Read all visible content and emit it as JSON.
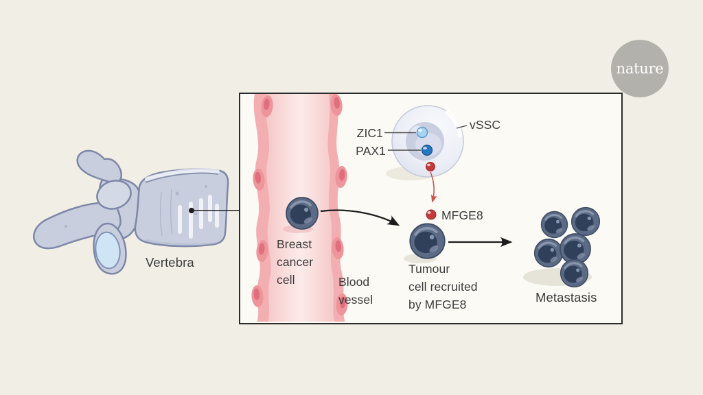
{
  "logo": {
    "text": "nature",
    "background": "#b3b1ac",
    "text_color": "#ffffff"
  },
  "panel": {
    "background": "#fbfaf4",
    "border_color": "#2b2b2b"
  },
  "diagram": {
    "vertebra": {
      "label": "Vertebra"
    },
    "blood_vessel": {
      "label": [
        "Blood",
        "vessel"
      ]
    },
    "breast_cancer_cell": {
      "label": [
        "Breast",
        "cancer",
        "cell"
      ]
    },
    "vssc": {
      "label": "vSSC",
      "markers": {
        "zic1": "ZIC1",
        "pax1": "PAX1"
      }
    },
    "mfge8": {
      "label": "MFGE8"
    },
    "recruited_tumour_cell": {
      "label": [
        "Tumour",
        "cell recruited",
        "by MFGE8"
      ]
    },
    "metastasis": {
      "label": "Metastasis"
    }
  },
  "colors": {
    "page_background": "#f1efe5",
    "panel_background": "#fbfaf4",
    "panel_border": "#2b2b2b",
    "text": "#3b3b3b",
    "vessel_wall_pink": "#f2aeb1",
    "vessel_cell_pink": "#ee949b",
    "vessel_nucleus_pink": "#df6f7c",
    "vessel_lumen_pink": "#fadedd",
    "tumour_cell_slate": "#5c6b85",
    "tumour_cell_core": "#31405a",
    "vssc_body": "#eceef6",
    "vssc_nucleus": "#c9cee0",
    "zic1_blue": "#a9d4f1",
    "pax1_blue": "#2776c0",
    "mfge8_red": "#c23a3c",
    "bone_fill": "#c9cedf",
    "bone_outline": "#7d87a6",
    "facet_blue": "#cfe5f5",
    "arrow_black": "#1c1c1c",
    "arrow_red": "#cf5450",
    "logo_gray": "#b3b1ac"
  }
}
